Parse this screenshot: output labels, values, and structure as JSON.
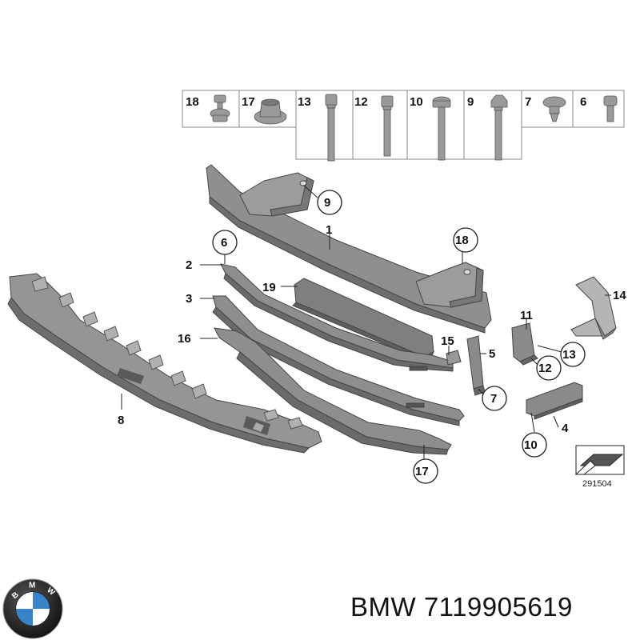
{
  "hardware_strip": [
    {
      "label": "18"
    },
    {
      "label": "17"
    },
    {
      "label": "13"
    },
    {
      "label": "12"
    },
    {
      "label": "10"
    },
    {
      "label": "9"
    },
    {
      "label": "7"
    },
    {
      "label": "6"
    }
  ],
  "callouts": {
    "c9": "9",
    "c1": "1",
    "c18": "18",
    "c6": "6",
    "c2": "2",
    "c19": "19",
    "c3": "3",
    "c14": "14",
    "c11": "11",
    "c15": "15",
    "c5": "5",
    "c16": "16",
    "c13": "13",
    "c12": "12",
    "c7": "7",
    "c8": "8",
    "c4": "4",
    "c10": "10",
    "c17": "17"
  },
  "diagram_code": "291504",
  "footer": {
    "logo_letters": "BMW",
    "part_number": "BMW 7119905619"
  },
  "colors": {
    "part_fill": "#8c8c8c",
    "part_dark": "#6e6e6e",
    "part_light": "#a8a8a8",
    "bmw_blue": "#3a83c8"
  }
}
